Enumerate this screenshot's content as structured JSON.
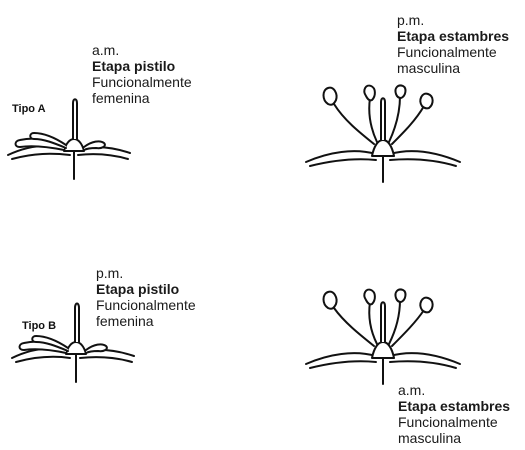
{
  "top_left": {
    "type_label": "Tipo A",
    "time": "a.m.",
    "stage": "Etapa pistilo",
    "func_line1": "Funcionalmente",
    "func_line2": "femenina",
    "flower": "pistil-stage-flower"
  },
  "top_right": {
    "time": "p.m.",
    "stage": "Etapa estambres",
    "func_line1": "Funcionalmente",
    "func_line2": "masculina",
    "flower": "stamen-stage-flower"
  },
  "bottom_left": {
    "type_label": "Tipo B",
    "time": "p.m.",
    "stage": "Etapa pistilo",
    "func_line1": "Funcionalmente",
    "func_line2": "femenina",
    "flower": "pistil-stage-flower"
  },
  "bottom_right": {
    "time": "a.m.",
    "stage": "Etapa estambres",
    "func_line1": "Funcionalmente",
    "func_line2": "masculina",
    "flower": "stamen-stage-flower"
  }
}
